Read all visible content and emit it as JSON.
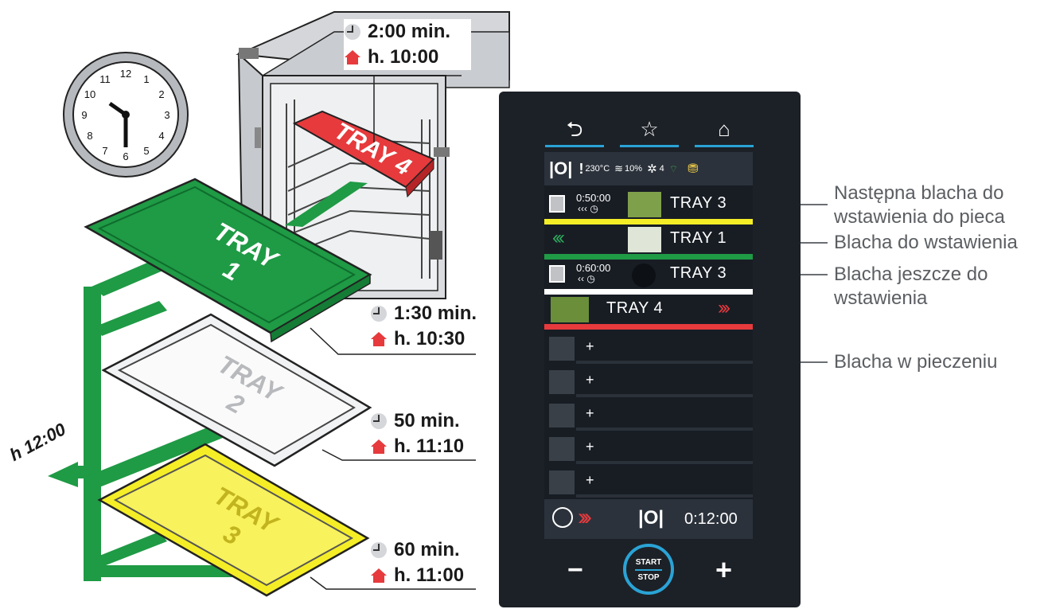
{
  "device": {
    "status": {
      "temp": "230°C",
      "humidity": "10%",
      "fan": "4"
    },
    "trays": [
      {
        "time": "0:50:00",
        "name": "TRAY 3"
      },
      {
        "name": "TRAY 1"
      },
      {
        "time": "0:60:00",
        "name": "TRAY 3"
      },
      {
        "name": "TRAY 4"
      }
    ],
    "empty_slot_label": "+",
    "total_time": "0:12:00",
    "start_label": "START",
    "stop_label": "STOP",
    "minus_label": "−",
    "plus_label": "+"
  },
  "annotations": [
    {
      "text": "Następna blacha do\nwstawienia do pieca"
    },
    {
      "text": "Blacha do wstawienia"
    },
    {
      "text": "Blacha jeszcze do\nwstawienia"
    },
    {
      "text": "Blacha w pieczeniu"
    }
  ],
  "time_boxes": [
    {
      "duration": "2:00 min.",
      "hour": "h. 10:00"
    },
    {
      "duration": "1:30 min.",
      "hour": "h. 10:30"
    },
    {
      "duration": "50 min.",
      "hour": "h. 11:10"
    },
    {
      "duration": "60 min.",
      "hour": "h. 11:00"
    }
  ],
  "tray_labels": [
    {
      "line1": "TRAY",
      "line2": "4"
    },
    {
      "line1": "TRAY",
      "line2": "1"
    },
    {
      "line1": "TRAY",
      "line2": "2"
    },
    {
      "line1": "TRAY",
      "line2": "3"
    }
  ],
  "timeline_label": "h 12:00",
  "clock_numbers": [
    "12",
    "1",
    "2",
    "3",
    "4",
    "5",
    "6",
    "7",
    "8",
    "9",
    "10",
    "11"
  ],
  "colors": {
    "tray_green": "#1f9a45",
    "tray_yellow": "#f5ee27",
    "tray_red": "#e63a3d",
    "accent_blue": "#2aa3d6",
    "screen_bg": "#181d24"
  }
}
